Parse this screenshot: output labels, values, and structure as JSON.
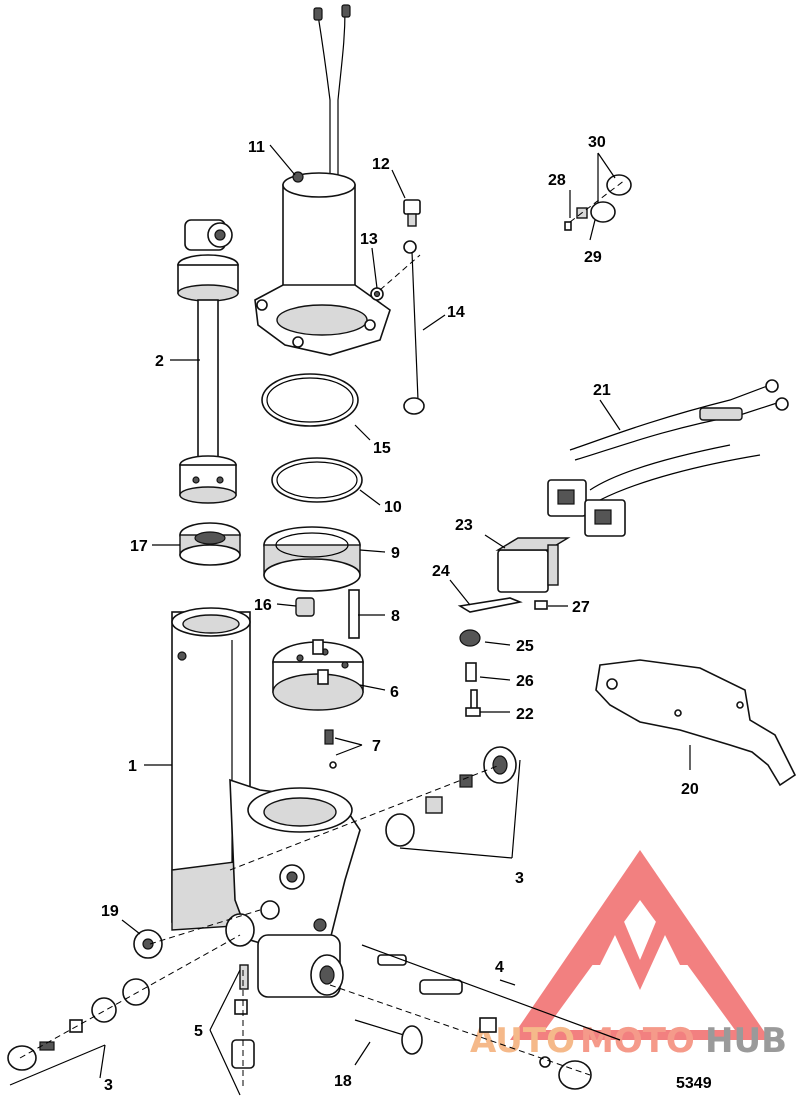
{
  "figure_number": "5349",
  "watermark": {
    "text_part1": "AUTO",
    "text_part2": "MOTO",
    "text_part3": "HUB",
    "colors": {
      "auto": "#f5b98a",
      "moto": "#f59a8a",
      "hub": "#9a9a9a",
      "logo": "#f06a6a"
    }
  },
  "callouts": {
    "c1": "1",
    "c2": "2",
    "c3a": "3",
    "c3b": "3",
    "c4": "4",
    "c5": "5",
    "c6": "6",
    "c7": "7",
    "c8": "8",
    "c9": "9",
    "c10": "10",
    "c11": "11",
    "c12": "12",
    "c13": "13",
    "c14": "14",
    "c15": "15",
    "c16": "16",
    "c17": "17",
    "c18": "18",
    "c19": "19",
    "c20": "20",
    "c21": "21",
    "c22": "22",
    "c23": "23",
    "c24": "24",
    "c25": "25",
    "c26": "26",
    "c27": "27",
    "c28": "28",
    "c29": "29",
    "c30": "30"
  }
}
